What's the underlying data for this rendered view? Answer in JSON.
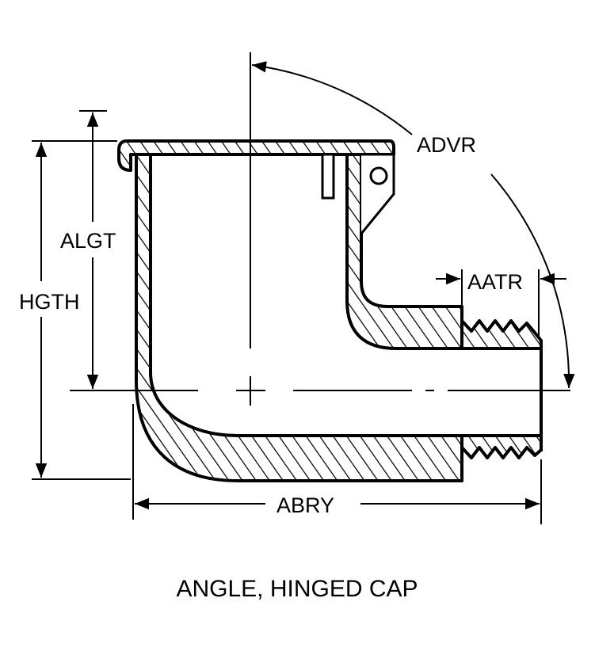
{
  "diagram": {
    "title": "ANGLE, HINGED CAP",
    "dimensions": {
      "advr": "ADVR",
      "algt": "ALGT",
      "hgth": "HGTH",
      "aatr": "AATR",
      "abry": "ABRY"
    },
    "colors": {
      "ink": "#000000",
      "background": "#ffffff"
    }
  }
}
